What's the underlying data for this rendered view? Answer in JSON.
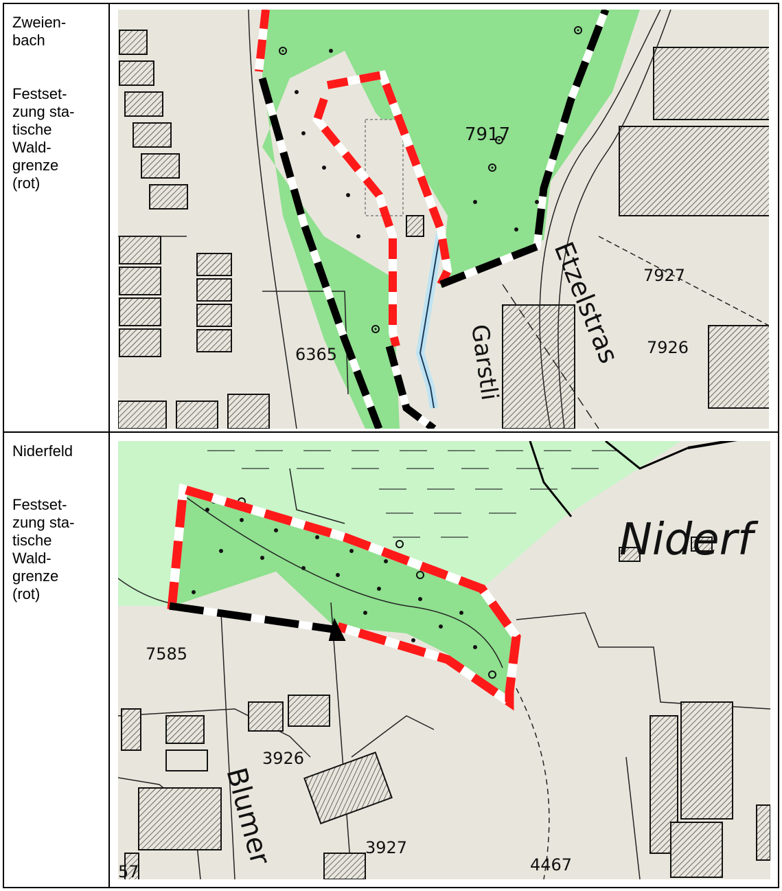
{
  "rows": [
    {
      "name": "Zweien-\nbach",
      "description": "Festset-\nzung sta-\ntische\nWald-\ngrenze\n(rot)",
      "map": {
        "parcels": [
          "7917",
          "7927",
          "7926",
          "6365"
        ],
        "streets": [
          "Etzelstras",
          "Garstli"
        ]
      }
    },
    {
      "name": "Niderfeld",
      "description": "Festset-\nzung sta-\ntische\nWald-\ngrenze\n(rot)",
      "map": {
        "place": "Niderf",
        "parcels": [
          "7585",
          "3926",
          "3927",
          "4467",
          "57"
        ],
        "streets": [
          "Blumer"
        ]
      }
    }
  ],
  "colors": {
    "forest": "#8fe08f",
    "meadow": "#c9f5c9",
    "ground": "#e8e6dc",
    "boundary_red": "#ff1a1a",
    "boundary_black": "#000000",
    "water": "#bfe3f2"
  }
}
